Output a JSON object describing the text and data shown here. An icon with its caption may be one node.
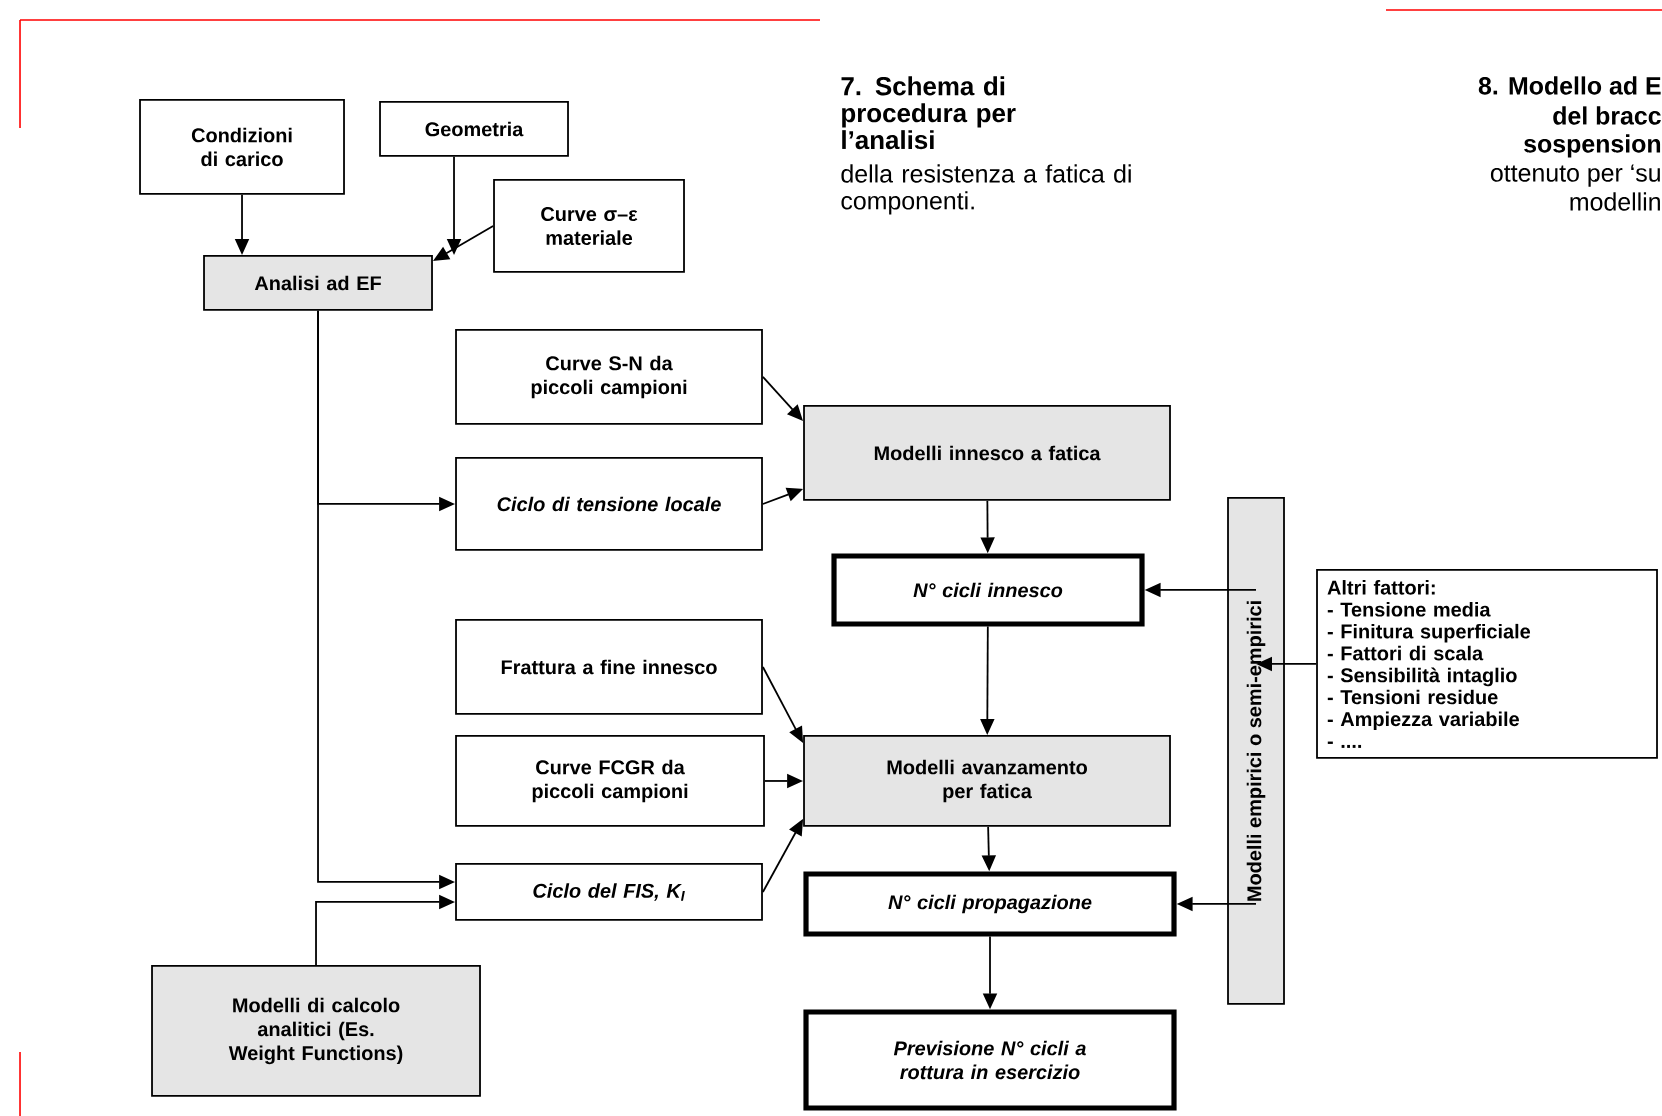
{
  "diagram": {
    "title": "7. Schema di procedura per l’analisi",
    "caption": "della resistenza a fatica di componenti.",
    "nodes": [
      {
        "text": [
          "Condizioni di carico"
        ]
      },
      {
        "text": [
          "Geometria"
        ]
      },
      {
        "text": [
          "Curve σ–ε materiale"
        ]
      },
      {
        "text": [
          "Analisi ad EF"
        ]
      },
      {
        "text": [
          "Curve S-N da piccoli campioni"
        ]
      },
      {
        "text": [
          "Ciclo di tensione locale"
        ]
      },
      {
        "text": [
          "Modelli innesco a fatica"
        ]
      },
      {
        "text": [
          "N° cicli innesco"
        ]
      },
      {
        "text": [
          "Frattura a fine innesco"
        ]
      },
      {
        "text": [
          "Curve FCGR da piccoli campioni"
        ]
      },
      {
        "text": [
          "Modelli avanzamento per fatica"
        ]
      },
      {
        "text": [
          "Ciclo del FIS, K$_{I}$"
        ]
      },
      {
        "text": [
          "N° cicli propagazione"
        ]
      },
      {
        "text": [
          "Modelli di calcolo analitici (Es. Weight Functions)"
        ]
      },
      {
        "text": [
          "Previsione N° cicli a rottura in esercizio"
        ]
      },
      {
        "text": [
          "Modelli empirici o semi-empirici"
        ]
      },
      {
        "text": [
          "Altri fattori:",
          "- Tensione media",
          "- Finitura superficiale",
          "- Fattori di scala",
          "- Sensibilità intaglio",
          "- Tensioni residue",
          "- Ampiezza variabile",
          "- ...."
        ]
      }
    ],
    "edges": [
      {
        "from": 0,
        "to": 3,
        "arrow": "to"
      },
      {
        "from": 1,
        "to": 3,
        "arrow": "to"
      },
      {
        "from": 2,
        "to": 3,
        "arrow": "to"
      },
      {
        "from": 3,
        "to": 5,
        "arrow": "to"
      },
      {
        "from": 3,
        "to": 11,
        "arrow": "to"
      },
      {
        "from": 13,
        "to": 11,
        "arrow": "to"
      },
      {
        "from": 4,
        "to": 6,
        "arrow": "to"
      },
      {
        "from": 5,
        "to": 6,
        "arrow": "to"
      },
      {
        "from": 6,
        "to": 7,
        "arrow": "to"
      },
      {
        "from": 7,
        "to": 10,
        "arrow": "to"
      },
      {
        "from": 8,
        "to": 10,
        "arrow": "to"
      },
      {
        "from": 9,
        "to": 10,
        "arrow": "to"
      },
      {
        "from": 11,
        "to": 10,
        "arrow": "to"
      },
      {
        "from": 10,
        "to": 12,
        "arrow": "to"
      },
      {
        "from": 12,
        "to": 14,
        "arrow": "to"
      },
      {
        "from": 15,
        "to": 7,
        "arrow": "to"
      },
      {
        "from": 15,
        "to": 12,
        "arrow": "to"
      },
      {
        "from": 16,
        "to": 15,
        "arrow": "to"
      }
    ],
    "labels": [
      "8. Modello ad E",
      "del bracc",
      "sospension",
      "ottenuto per ‘su",
      "modellin"
    ]
  }
}
